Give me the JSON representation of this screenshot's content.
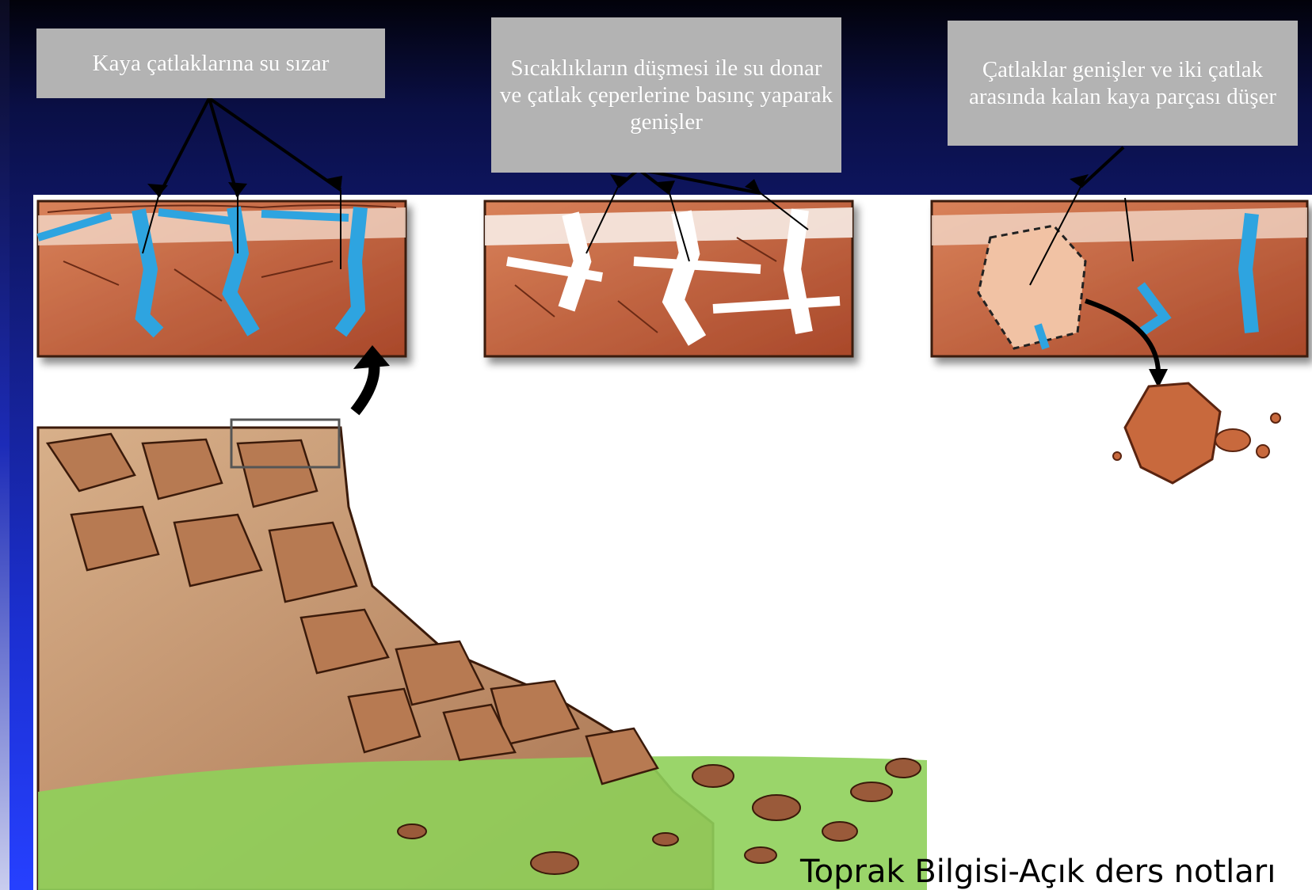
{
  "captions": [
    {
      "text": "Kaya çatlaklarına su sızar"
    },
    {
      "text": "Sıcaklıkların düşmesi ile su donar ve çatlak çeperlerine basınç yaparak genişler"
    },
    {
      "text": "Çatlaklar genişler ve iki çatlak arasında kalan kaya parçası düşer"
    }
  ],
  "footer": {
    "text": "Toprak Bilgisi-Açık ders notları"
  },
  "colors": {
    "rock": "#c0623a",
    "rock_dark": "#8a3a1e",
    "water": "#2ea4e0",
    "ice": "#ffffff",
    "grass": "#8fd05a",
    "caption_bg": "#b3b3b3"
  }
}
